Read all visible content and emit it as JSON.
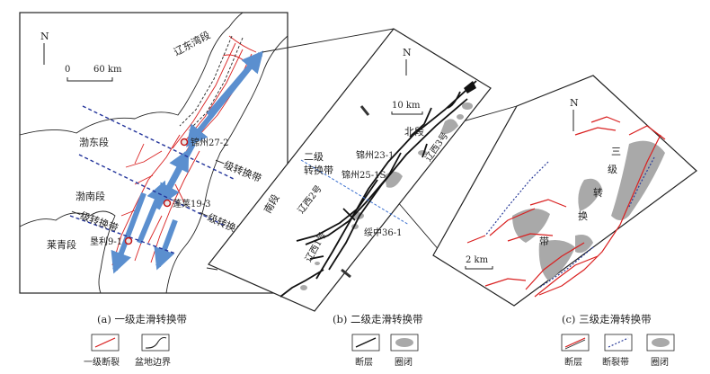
{
  "panel_a": {
    "north": "N",
    "scale_zero": "0",
    "scale_label": "60 km",
    "segments": [
      "辽东湾段",
      "渤东段",
      "渤南段",
      "莱青段"
    ],
    "zones": [
      "一级转换带",
      "一级转换带",
      "一级转换带"
    ],
    "wells": [
      "锦州27-2",
      "蓬莱19-3",
      "垦利9-1"
    ],
    "caption": "(a) 一级走滑转换带"
  },
  "panel_b": {
    "north": "N",
    "scale_label": "10 km",
    "segments": [
      "北段",
      "南段"
    ],
    "zone": "二级\n转换带",
    "faults": [
      "辽西2号",
      "辽西1号",
      "辽西3号"
    ],
    "wells": [
      "锦州23-1",
      "锦州25-1S",
      "绥中36-1"
    ],
    "caption": "(b) 二级走滑转换带"
  },
  "panel_c": {
    "north": "N",
    "scale_label": "2 km",
    "zone": "三级转换带",
    "caption": "(c) 三级走滑转换带"
  },
  "legend_a": [
    "一级断裂",
    "盆地边界"
  ],
  "legend_b": [
    "断层",
    "圈闭"
  ],
  "legend_c": [
    "断层",
    "断裂带",
    "圈闭"
  ],
  "colors": {
    "fault_red": "#d92020",
    "arrow_blue": "#5b8fcf",
    "zone_blue": "#22339a",
    "trap_gray": "#a9a9a9"
  }
}
